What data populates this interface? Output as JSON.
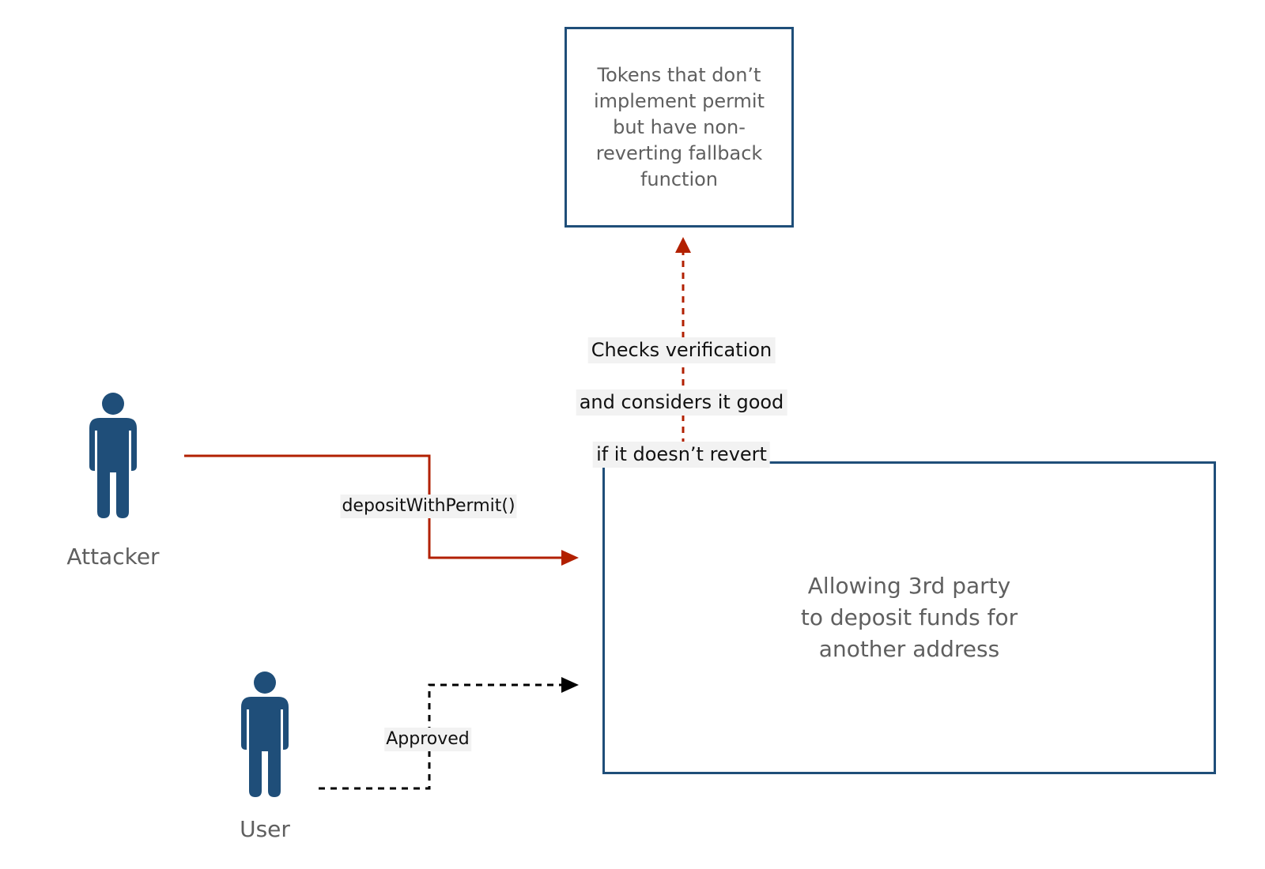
{
  "nodes": {
    "tokens_box": {
      "text": "Tokens that don’t\nimplement permit\nbut have non-\nreverting fallback\nfunction"
    },
    "allowing_box": {
      "text": "Allowing 3rd party\nto deposit funds for\nanother address"
    }
  },
  "actors": {
    "attacker": {
      "label": "Attacker",
      "icon": "person-icon"
    },
    "user": {
      "label": "User",
      "icon": "person-icon"
    }
  },
  "edges": {
    "checks": {
      "lines": [
        "Checks verification",
        "and considers it good",
        "if it doesn’t revert"
      ],
      "style": "dotted",
      "color": "#b22000"
    },
    "deposit": {
      "label": "depositWithPermit()",
      "style": "solid",
      "color": "#b22000"
    },
    "approved": {
      "label": "Approved",
      "style": "dotted",
      "color": "#000000"
    }
  },
  "colors": {
    "box_border": "#1f4e79",
    "person": "#1f4e79",
    "label_bg": "#f2f2f2"
  }
}
